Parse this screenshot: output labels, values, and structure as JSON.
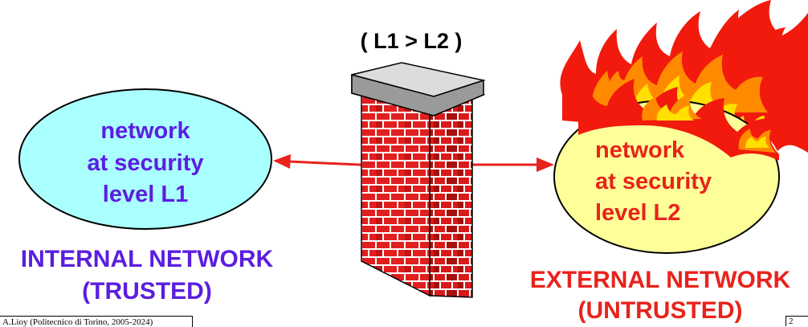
{
  "relation": "( L1 > L2 )",
  "internal": {
    "ellipse_lines": [
      "network",
      "at security",
      "level L1"
    ],
    "caption_lines": [
      "INTERNAL NETWORK",
      "(TRUSTED)"
    ],
    "fill": "#aaffff",
    "text_color": "#5b1ee0"
  },
  "external": {
    "ellipse_lines": [
      "network",
      "at security",
      "level L2"
    ],
    "caption_lines": [
      "EXTERNAL NETWORK",
      "(UNTRUSTED)"
    ],
    "fill": "#ffff99",
    "text_color": "#e8231c"
  },
  "colors": {
    "arrow": "#e8231c",
    "brick": "#e21f1f",
    "brick_dark": "#8a0d0d",
    "mortar": "#ffffff",
    "cap": "#bdbdbd",
    "flame_outer": "#f21a0c",
    "flame_mid": "#ff8a00",
    "flame_inner": "#ffe000"
  },
  "footer": {
    "credit": "A.Lioy (Politecnico di Torino, 2005-2024)",
    "page": "2"
  }
}
